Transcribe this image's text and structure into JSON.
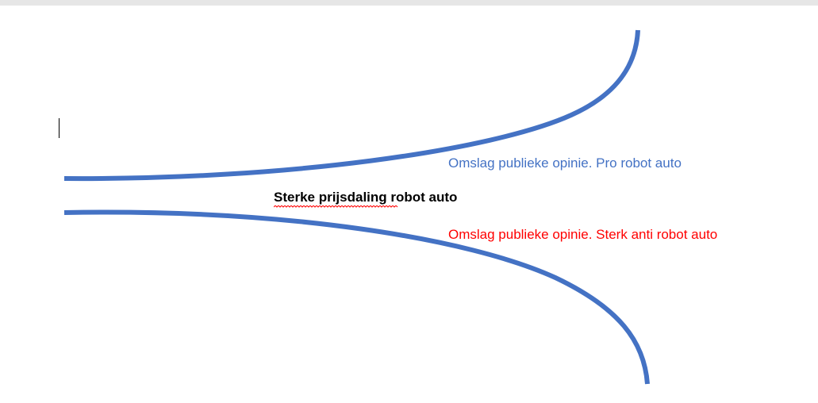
{
  "diagram": {
    "labels": {
      "pro": "Omslag publieke opinie. Pro robot auto",
      "center": "Sterke prijsdaling robot auto",
      "anti": "Omslag publieke opinie. Sterk anti robot auto"
    },
    "colors": {
      "curve": "#4472c4",
      "pro_text": "#4472c4",
      "center_text": "#000000",
      "anti_text": "#ff0000",
      "spellcheck": "#ff0000",
      "top_strip": "#e6e6e6"
    }
  }
}
